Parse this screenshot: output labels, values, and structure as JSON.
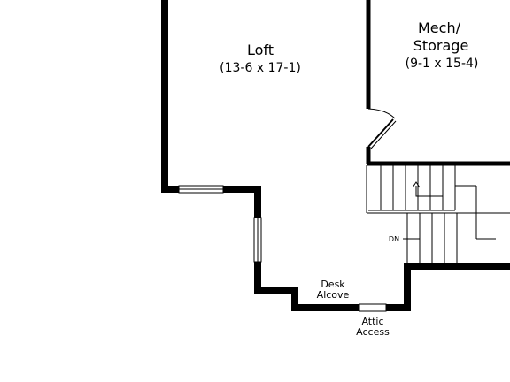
{
  "rooms": {
    "loft": {
      "name": "Loft",
      "dimensions": "(13-6 x 17-1)"
    },
    "mech": {
      "name_line1": "Mech/",
      "name_line2": "Storage",
      "dimensions": "(9-1 x 15-4)"
    }
  },
  "labels": {
    "desk_line1": "Desk",
    "desk_line2": "Alcove",
    "attic_line1": "Attic",
    "attic_line2": "Access",
    "stairs_direction": "DN"
  },
  "colors": {
    "wall": "#000000",
    "background": "#ffffff"
  }
}
